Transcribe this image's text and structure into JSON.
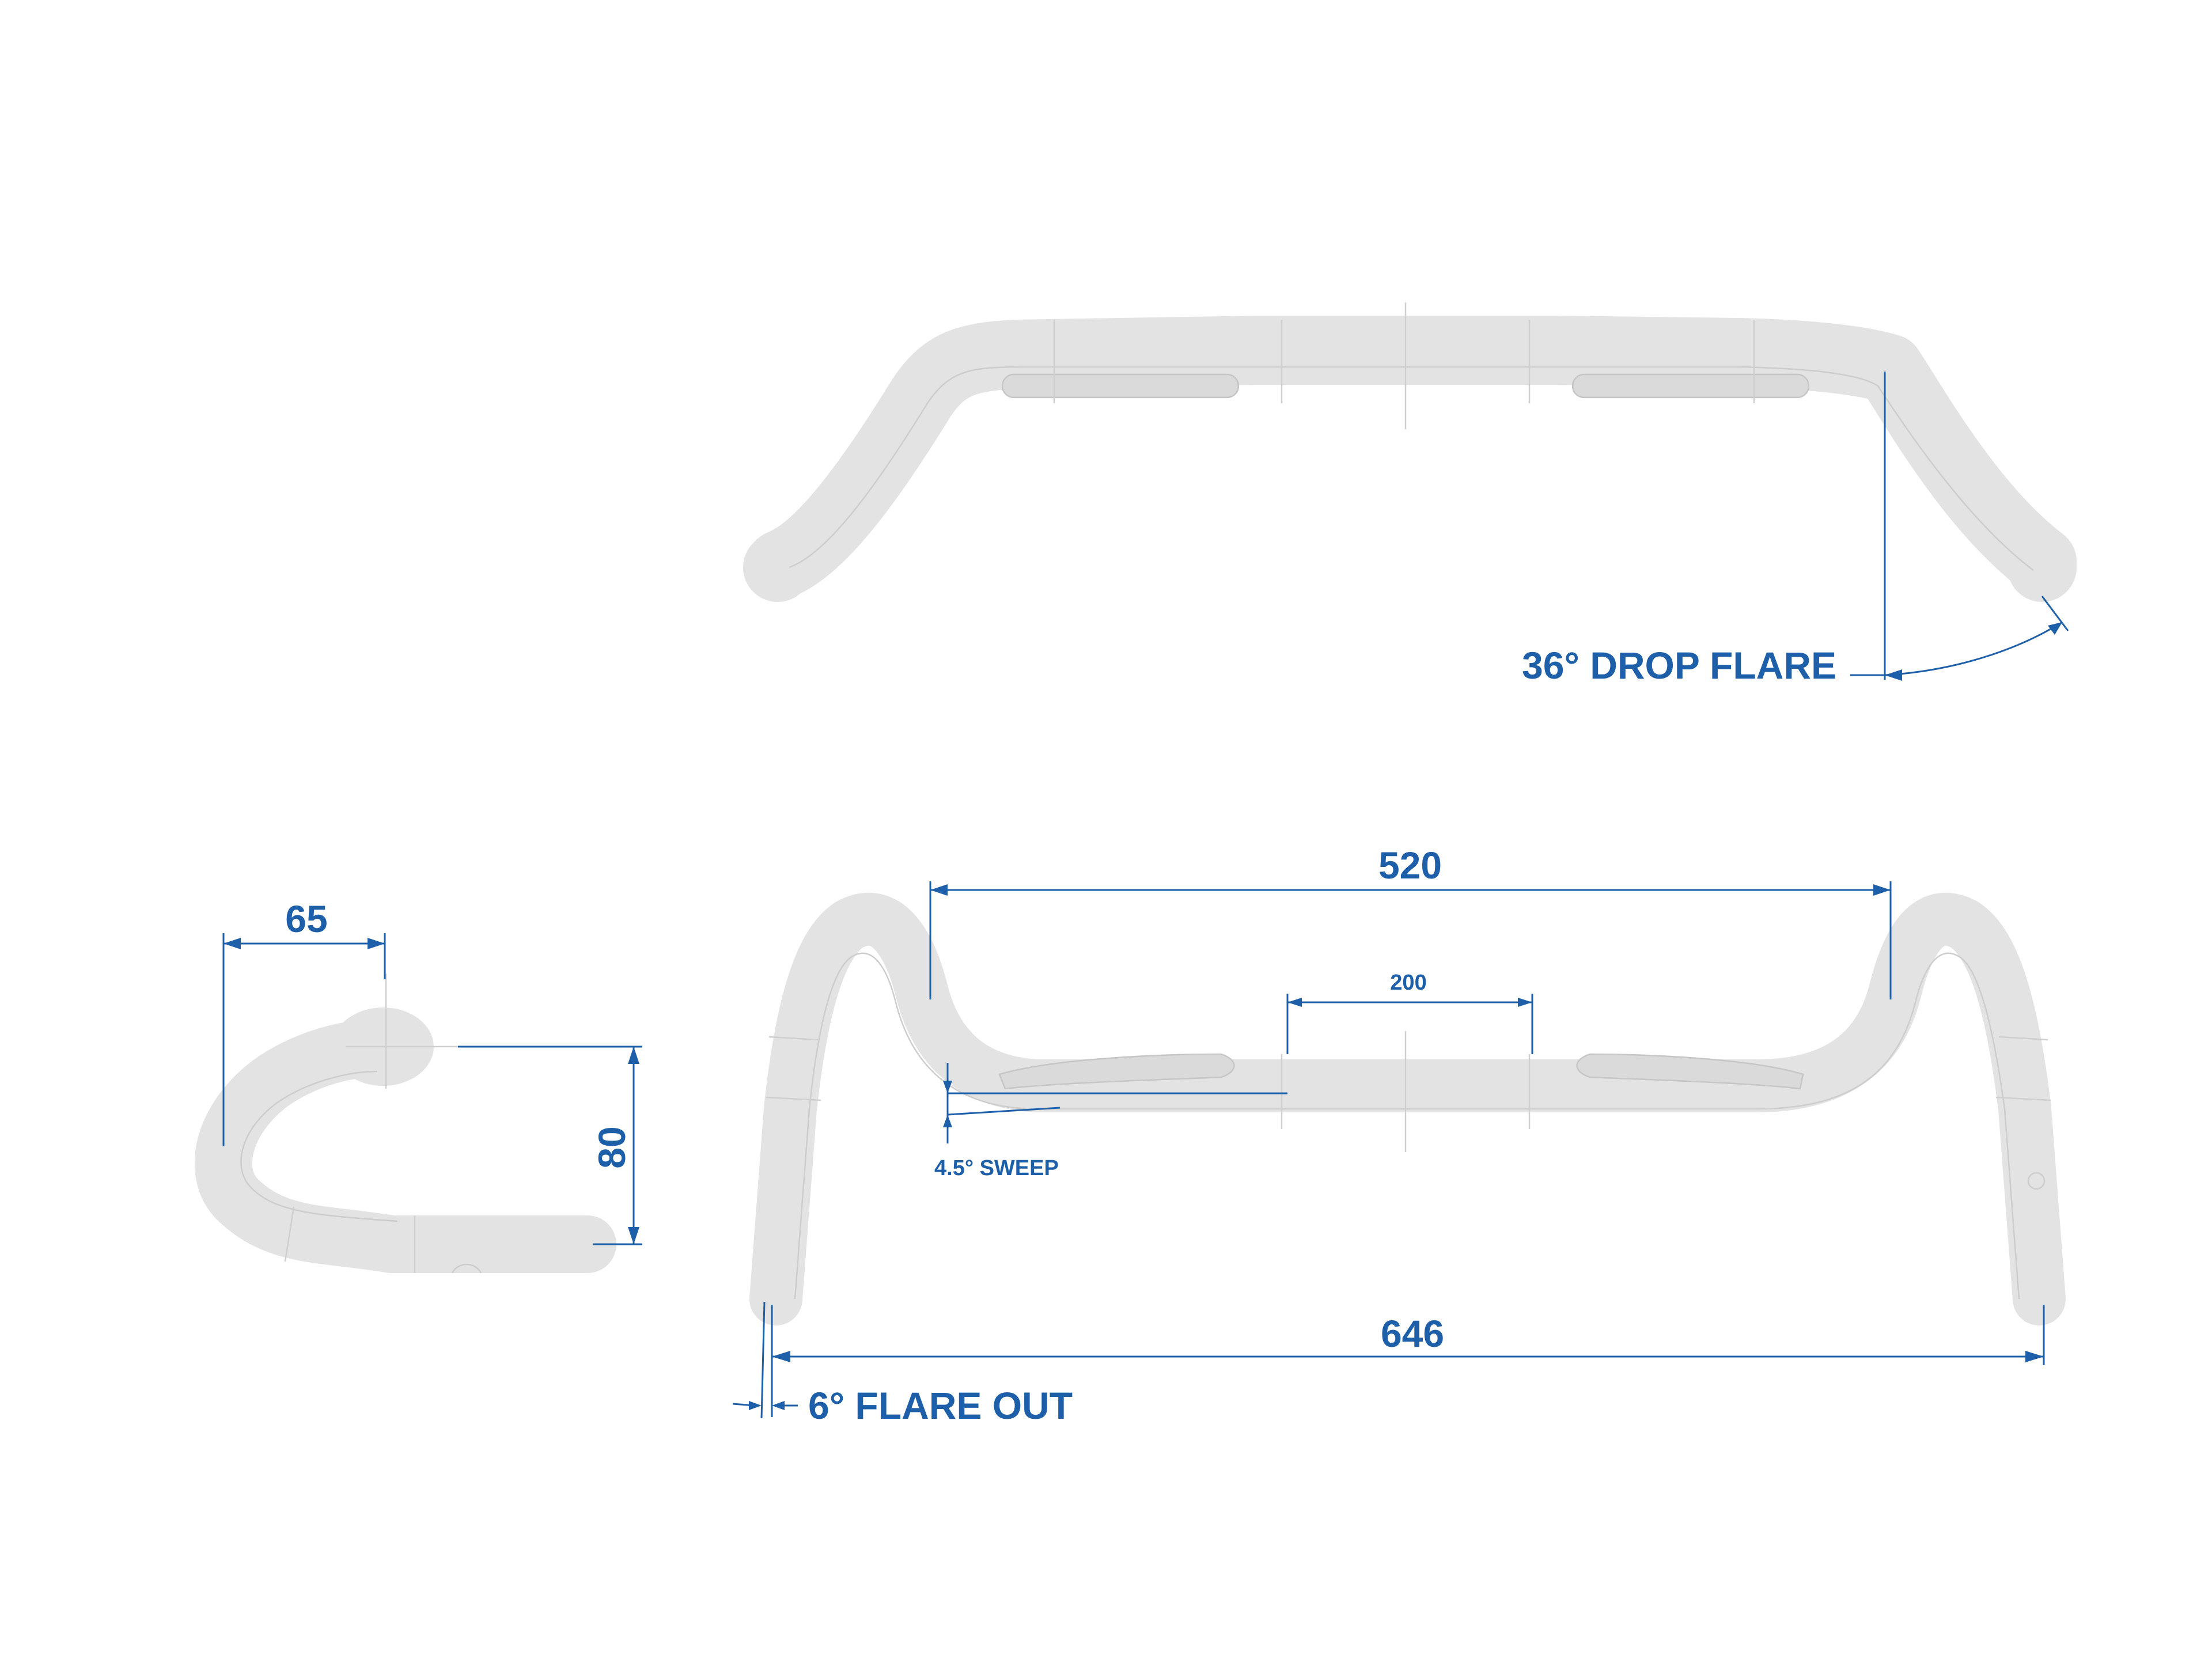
{
  "labels": {
    "drop_flare": "36° DROP FLARE",
    "width_hoods": "520",
    "width_tops": "200",
    "sweep": "4.5° SWEEP",
    "width_drops": "646",
    "flare_out": "6° FLARE OUT",
    "reach": "65",
    "drop": "80"
  },
  "colors": {
    "dimension": "#1d5fa8",
    "handlebar": "#e3e3e3",
    "background": "#ffffff"
  }
}
